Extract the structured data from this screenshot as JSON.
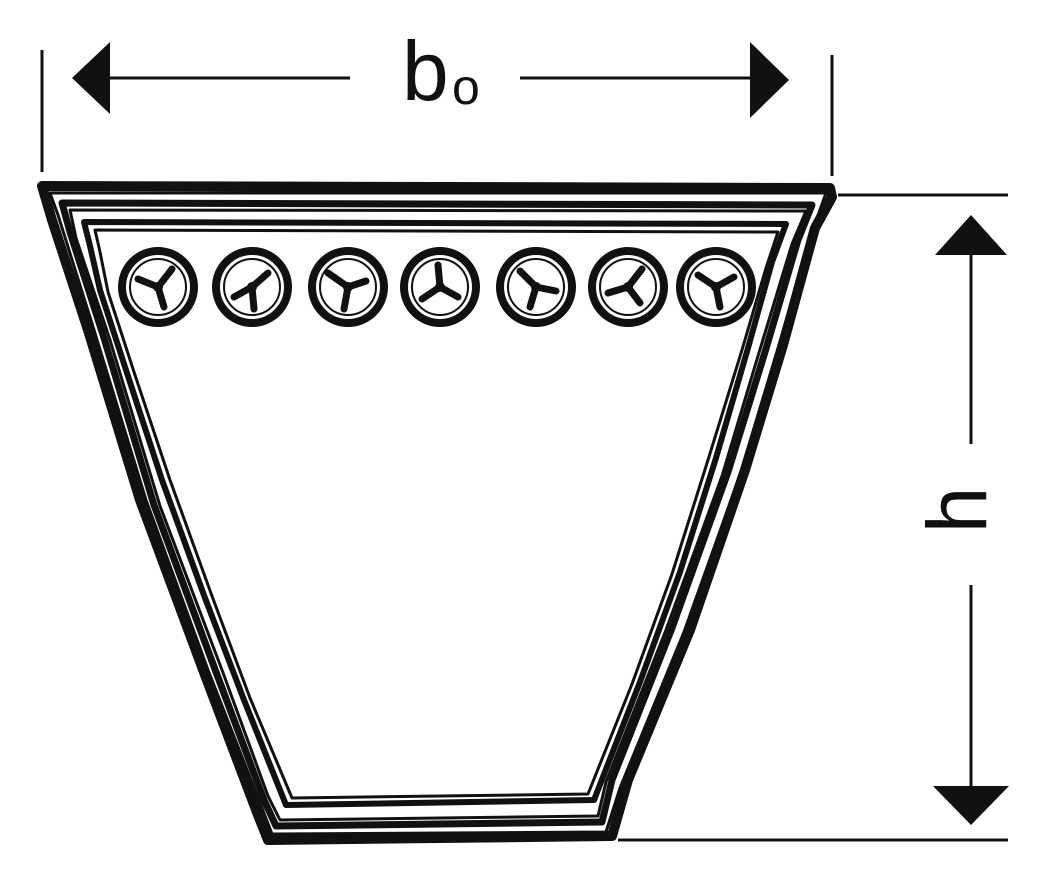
{
  "dimensions": {
    "top_width": {
      "symbol": "b",
      "subscript": "o"
    },
    "height": {
      "symbol": "h"
    }
  },
  "belt": {
    "cord_count": 7,
    "cord_icons": [
      "cord-icon",
      "cord-icon",
      "cord-icon",
      "cord-icon",
      "cord-icon",
      "cord-icon",
      "cord-icon"
    ]
  },
  "colors": {
    "ink": "#111111",
    "background": "#ffffff"
  }
}
